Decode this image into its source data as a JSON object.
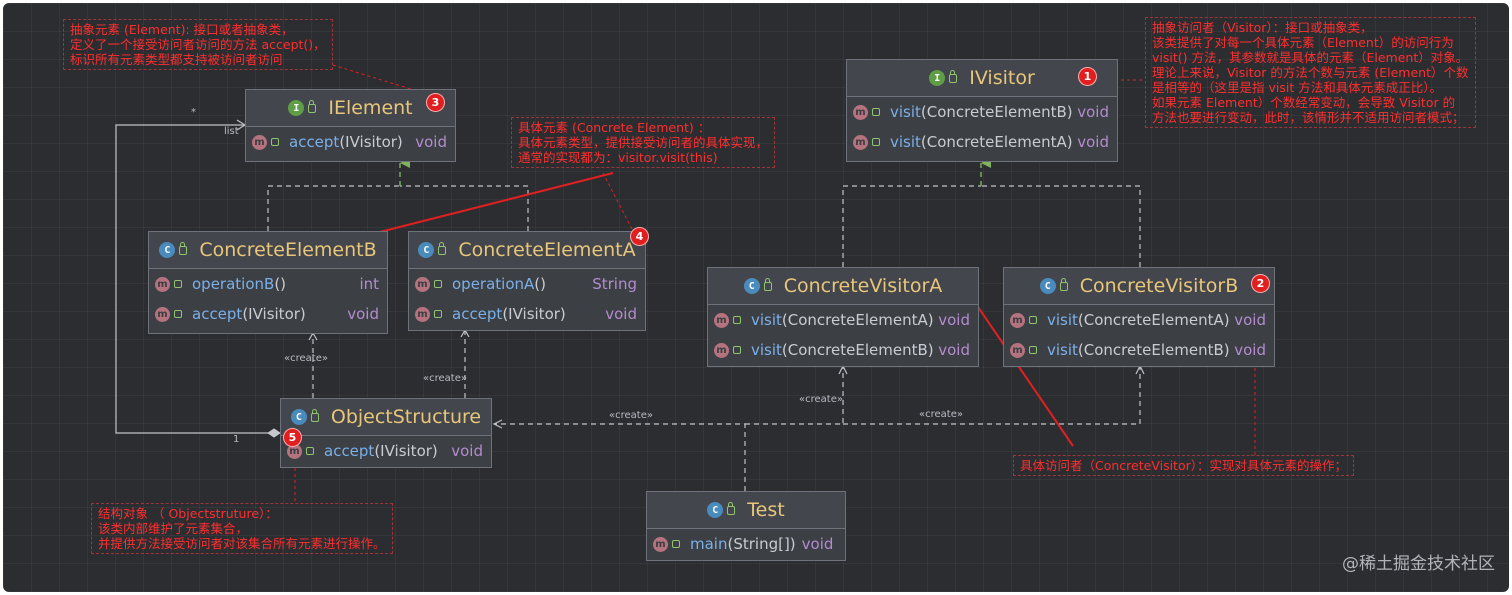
{
  "colors": {
    "background": "#2b2d31",
    "class_name": "#e8c67a",
    "method": "#7bb0e8",
    "type": "#b48ccf",
    "annotation": "#ff2e2e",
    "badge": "#e02020"
  },
  "nodes": {
    "ielement": {
      "name": "IElement",
      "kind": "I",
      "methods": [
        {
          "name": "accept",
          "params": "(IVisitor)",
          "type": "void"
        }
      ]
    },
    "ivisitor": {
      "name": "IVisitor",
      "kind": "I",
      "methods": [
        {
          "name": "visit",
          "params": "(ConcreteElementB)",
          "type": "void"
        },
        {
          "name": "visit",
          "params": "(ConcreteElementA)",
          "type": "void"
        }
      ]
    },
    "concrete_element_b": {
      "name": "ConcreteElementB",
      "kind": "C",
      "methods": [
        {
          "name": "operationB",
          "params": "()",
          "type": "int"
        },
        {
          "name": "accept",
          "params": "(IVisitor)",
          "type": "void"
        }
      ]
    },
    "concrete_element_a": {
      "name": "ConcreteElementA",
      "kind": "C",
      "methods": [
        {
          "name": "operationA",
          "params": "()",
          "type": "String"
        },
        {
          "name": "accept",
          "params": "(IVisitor)",
          "type": "void"
        }
      ]
    },
    "concrete_visitor_a": {
      "name": "ConcreteVisitorA",
      "kind": "C",
      "methods": [
        {
          "name": "visit",
          "params": "(ConcreteElementA)",
          "type": "void"
        },
        {
          "name": "visit",
          "params": "(ConcreteElementB)",
          "type": "void"
        }
      ]
    },
    "concrete_visitor_b": {
      "name": "ConcreteVisitorB",
      "kind": "C",
      "methods": [
        {
          "name": "visit",
          "params": "(ConcreteElementA)",
          "type": "void"
        },
        {
          "name": "visit",
          "params": "(ConcreteElementB)",
          "type": "void"
        }
      ]
    },
    "object_structure": {
      "name": "ObjectStructure",
      "kind": "C",
      "methods": [
        {
          "name": "accept",
          "params": "(IVisitor)",
          "type": "void"
        }
      ]
    },
    "test": {
      "name": "Test",
      "kind": "C",
      "methods": [
        {
          "name": "main",
          "params": "(String[])",
          "type": "void"
        }
      ]
    }
  },
  "method_icon": "m",
  "badges": {
    "ivisitor": "1",
    "concrete_visitor_b": "2",
    "ielement": "3",
    "concrete_element_a": "4",
    "object_structure": "5"
  },
  "labels": {
    "create": "«create»",
    "list": "list",
    "star": "*",
    "one": "1"
  },
  "notes": {
    "element": "抽象元素 (Element): 接口或者抽象类，\n定义了一个接受访问者访问的方法 accept()，\n标识所有元素类型都支持被访问者访问",
    "concrete_element": "具体元素 (Concrete Element) ：\n具体元素类型，提供接受访问者的具体实现，\n通常的实现都为：visitor.visit(this)",
    "visitor": "抽象访问者（Visitor）：接口或抽象类，\n该类提供了对每一个具体元素（Element）的访问行为\nvisit() 方法，其参数就是具体的元素（Element）对象。\n理论上来说，Visitor 的方法个数与元素 (Element）个数\n是相等的（这里是指 visit 方法和具体元素成正比）。\n如果元素 Element）个数经常变动，会导致 Visitor 的\n方法也要进行变动，此时，该情形并不适用访问者模式；",
    "concrete_visitor": "具体访问者（ConcreteVisitor）：实现对具体元素的操作；",
    "object_structure": "结构对象 （ Objectstruture）：\n该类内部维护了元素集合，\n并提供方法接受访问者对该集合所有元素进行操作。"
  },
  "watermark": "@稀土掘金技术社区"
}
